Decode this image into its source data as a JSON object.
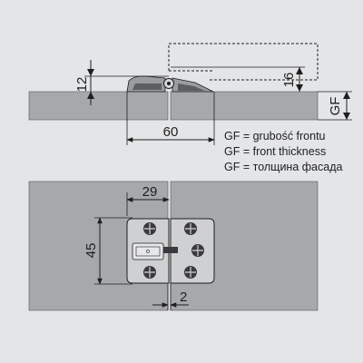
{
  "diagram": {
    "dimensions": {
      "hinge_height": "12",
      "flap_height": "16",
      "gf_label": "GF",
      "overall_width": "60",
      "plate_offset": "29",
      "plate_height": "45",
      "gap": "2"
    },
    "legend": [
      "GF = grubość frontu",
      "GF = front thickness",
      "GF = толщина фасада"
    ],
    "colors": {
      "background": "#e4e5e7",
      "panel": "#a6a8ab",
      "hardware_light": "#cfd0d2",
      "screw_dark": "#3a3a3c",
      "line": "#1e1e1e"
    }
  }
}
